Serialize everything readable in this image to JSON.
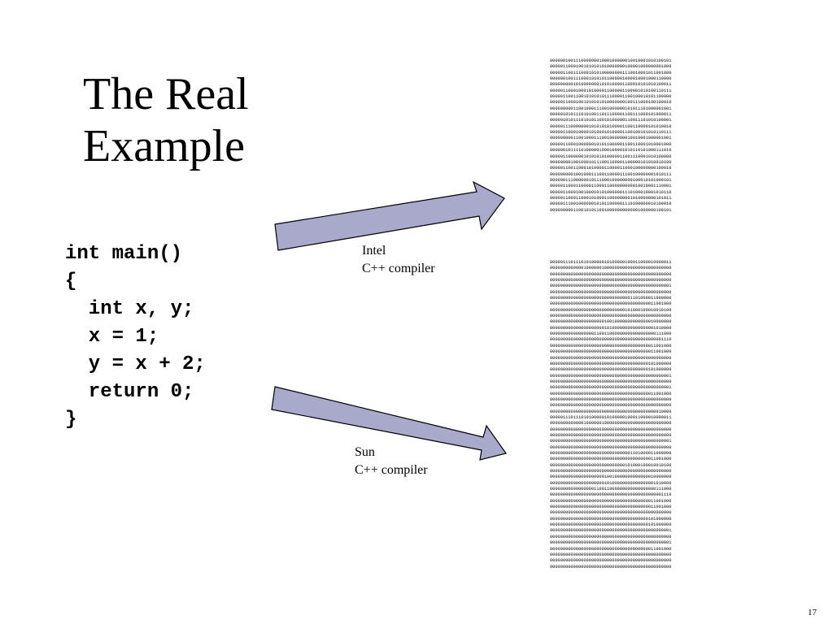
{
  "slide": {
    "title_lines": [
      "The Real",
      "Example"
    ],
    "code_lines": [
      "int main()",
      "{",
      "  int x, y;",
      "  x = 1;",
      "  y = x + 2;",
      "  return 0;",
      "}"
    ],
    "intel_label": [
      "Intel",
      "C++ compiler"
    ],
    "sun_label": [
      "Sun",
      "C++ compiler"
    ],
    "page_number": "17",
    "arrow_fill": "#a9a9cc",
    "intel_binary": [
      "00000010011100000001000100000010010001010100101",
      "00000110001001010101010000000100001000000001000",
      "00000110011100010101000000001110010001011001000",
      "00000010011100010101011000001000010001000110000",
      "00000000010100000001010100001100010101010100011",
      "00000110001000101000011000001100001010100110111",
      "00000110011001010101011100001100100010101100000",
      "00000110001001010101010000000100111000100100010",
      "00000000011001000111001000000101011101000001001",
      "00000101011101010011011100001100111000101000011",
      "00000101011101010110010100000110011101010100001",
      "00000111000000010101010100001100110000101010010",
      "00000110001000010100010100001100100101010110111",
      "00000000011001000111001000000010010001000001001",
      "00000110001000000101011000001100110001010001000",
      "00000010111101000001000100001010110101000111010",
      "00000110000001010101010000011001110001010100000",
      "00000000100100010111001100001100000101010010100",
      "00000110011000101000011000011000100000000100010",
      "00000000010010001110011000011100100000001010111",
      "00000011100000010111000100000000100010101000101",
      "00000110001100001100011000000000010010001110001",
      "00000110001001000101010000001110100010001010110",
      "00000110001100010100011000000001010000000101011",
      "00000111001000000101011000001110100000010100010",
      "00000000011001010110010000000000001000000100101"
    ],
    "sun_binary": [
      "00000111011101010000010100000100011000010000011",
      "00000000000001000000100000000000000000000000000",
      "00000000000000000000000000000000000000000000000",
      "00000000000000000000000000000000000000000000000",
      "00000000000000000000000000000000000000000000001",
      "00000000000000000000000000000000000000000000000",
      "00000000000000000000000000000001101000011000000",
      "00000000000000000000000000000000000000011001000",
      "00000000000000000000000000000101000100010010100",
      "00000000000000000000000000000000000000000000000",
      "00000000000000000000010010000000000000010000000",
      "00000000000000000000010100000000000000001010000",
      "00000000000000000110011000000000000000000111000",
      "00000000000000000000000000000000000000000001110",
      "00000000000000000000000000000000000000011001000",
      "00000000000000000000000000000000000000011001000",
      "00000000000000000000000000000000000000000000000",
      "00000000000000000000000000000000000000101000000",
      "00000000000000000000000000000000000000101000000",
      "00000000000000000000000000000000000000000000001",
      "00000000000000000000000000000000000000000000000",
      "00000000000000000000000000000000000000000000001",
      "00000000000000000000000000000000000000011001000",
      "00000000000000000000000000000000000000000000000",
      "00000000000000000000000000000000000000000000000",
      "00000000000000000000000000000000000000000010000",
      "00000111011101010000010100000100011000010000011",
      "00000000000001000000100000000000000000000000000",
      "00000000000000000000000000000000000000000000000",
      "00000000000000000000000000000000000000000000000",
      "00000000000000000000000000000000000000000000001",
      "00000000000000000000000000000000000000000000000",
      "00000000000000000000000000000001101000011000000",
      "00000000000000000000000000000000000000011001000",
      "00000000000000000000000000000101000100010010100",
      "00000000000000000000000000000000000000000000000",
      "00000000000000000000010010000000000000010000000",
      "00000000000000000000010100000000000000001010000",
      "00000000000000000110011000000000000000000111000",
      "00000000000000000000000000000000000000000001110",
      "00000000000000000000000000000000000000011001000",
      "00000000000000000000000000000000000000011001000",
      "00000000000000000000000000000000000000000000000",
      "00000000000000000000000000000000000000101000000",
      "00000000000000000000000000000000000000101000000",
      "00000000000000000000000000000000000000000000001",
      "00000000000000000000000000000000000000000000000",
      "00000000000000000000000000000000000000000000001",
      "00000000000000000000000000000000000000011001000",
      "00000000000000000000000000000000000000000000000",
      "00000000000000000000000000000000000000000000000",
      "00000000000000000000000000000000000000000000000"
    ]
  }
}
